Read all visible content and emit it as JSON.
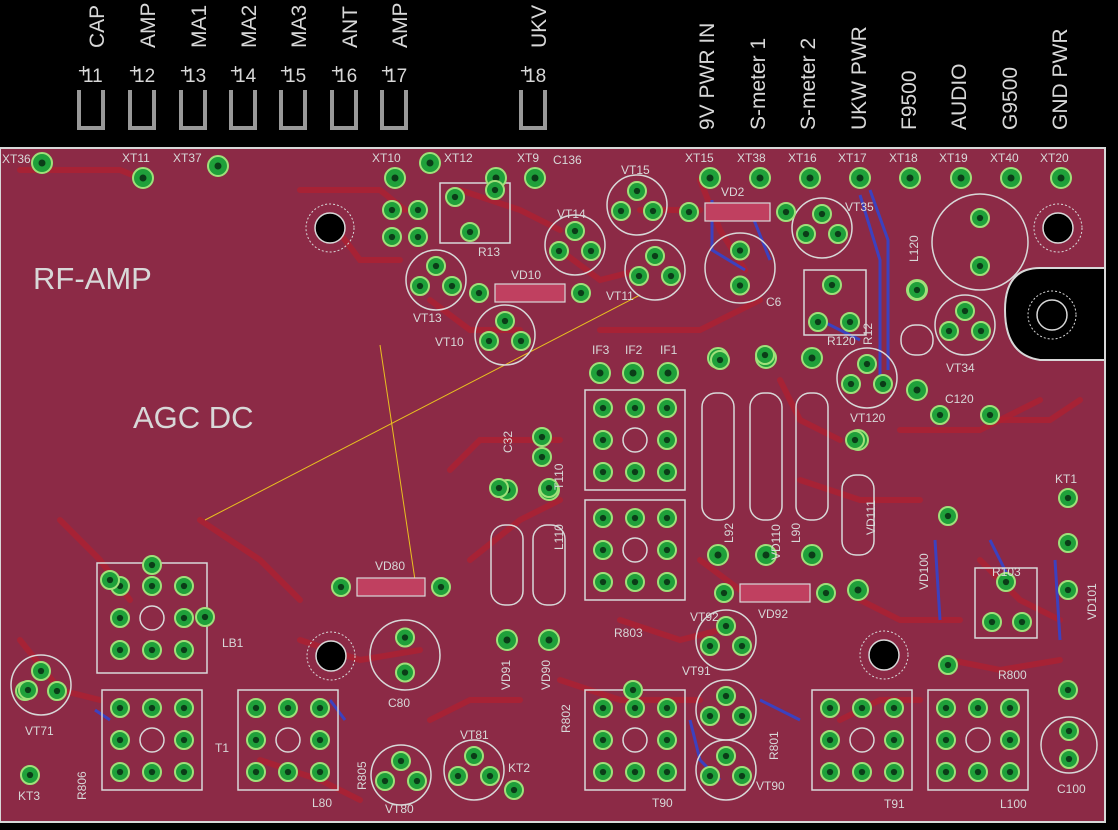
{
  "colors": {
    "background": "#000000",
    "board": "#8c2a46",
    "silkscreen": "#d8d8d8",
    "pad_fill": "#1fa03a",
    "pad_ring": "#9fe07a",
    "trace_red": "#b02030",
    "trace_blue": "#3344cc",
    "ratsnest": "#e8c020",
    "hole": "#000000"
  },
  "connector_pins": [
    {
      "label": "CAP",
      "number": "11"
    },
    {
      "label": "AMP",
      "number": "12"
    },
    {
      "label": "MA1",
      "number": "13"
    },
    {
      "label": "MA2",
      "number": "14"
    },
    {
      "label": "MA3",
      "number": "15"
    },
    {
      "label": "ANT",
      "number": "16"
    },
    {
      "label": "AMP",
      "number": "17"
    },
    {
      "label": "UKV",
      "number": "18"
    }
  ],
  "terminal_labels": [
    "9V PWR IN",
    "S-meter 1",
    "S-meter 2",
    "UKW PWR",
    "F9500",
    "AUDIO",
    "G9500",
    "GND PWR"
  ],
  "board_labels": [
    "RF-AMP",
    "AGC DC"
  ],
  "terminal_refs": [
    "XT36",
    "XT11",
    "XT37",
    "XT10",
    "XT12",
    "XT9",
    "XT15",
    "XT38",
    "XT16",
    "XT17",
    "XT18",
    "XT19",
    "XT40",
    "XT20"
  ],
  "component_refs": [
    "C136",
    "VT15",
    "VT14",
    "VD2",
    "VT35",
    "L120",
    "R13",
    "VD10",
    "VT11",
    "C6",
    "VT13",
    "VT10",
    "R12",
    "R120",
    "VT34",
    "VT120",
    "C120",
    "IF3",
    "IF2",
    "IF1",
    "C32",
    "T110",
    "L110",
    "L92",
    "VD110",
    "L90",
    "VD111",
    "KT1",
    "VD80",
    "VD91",
    "VD90",
    "VD92",
    "R803",
    "VT92",
    "VD100",
    "R103",
    "VD101",
    "R800",
    "VT91",
    "LB1",
    "C80",
    "VT71",
    "R806",
    "T1",
    "L80",
    "R805",
    "VT80",
    "VT81",
    "KT2",
    "R802",
    "R801",
    "T90",
    "VT90",
    "T91",
    "L100",
    "C100",
    "KT3"
  ]
}
